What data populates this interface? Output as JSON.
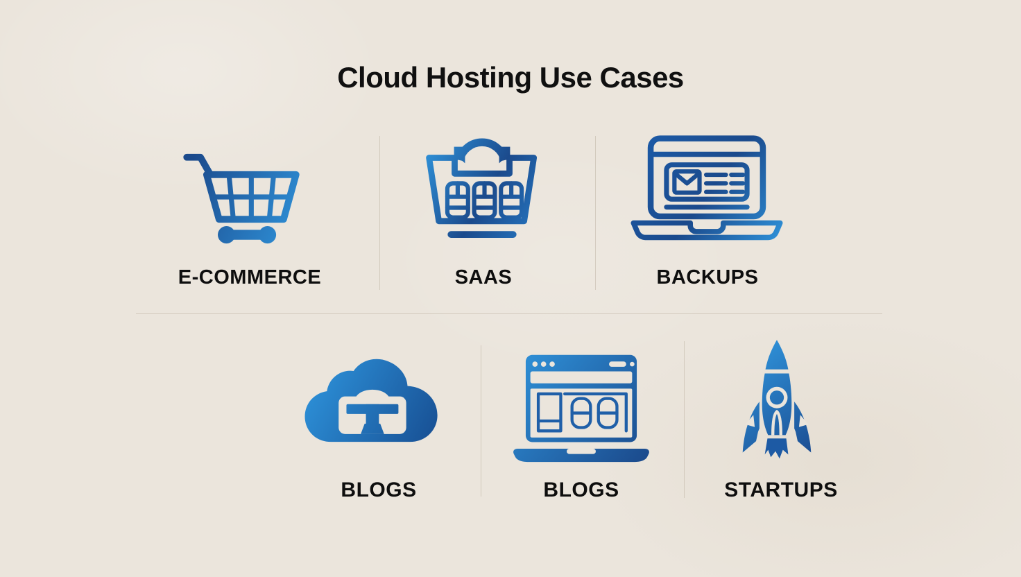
{
  "title": "Cloud Hosting Use Cases",
  "rows": [
    {
      "items": [
        {
          "label": "E-COMMERCE",
          "icon": "shopping-cart-icon"
        },
        {
          "label": "SAAS",
          "icon": "shopping-basket-icon"
        },
        {
          "label": "BACKUPS",
          "icon": "laptop-email-icon"
        }
      ]
    },
    {
      "items": [
        {
          "label": "BLOGS",
          "icon": "cloud-blog-icon"
        },
        {
          "label": "BLOGS",
          "icon": "browser-laptop-icon"
        },
        {
          "label": "STARTUPS",
          "icon": "rocket-icon"
        }
      ]
    }
  ],
  "colors": {
    "background": "#EBE5DC",
    "icon_gradient_dark": "#1B4A8C",
    "icon_gradient_light": "#2E8FD6",
    "text": "#101010",
    "divider": "#CFC7B9"
  }
}
